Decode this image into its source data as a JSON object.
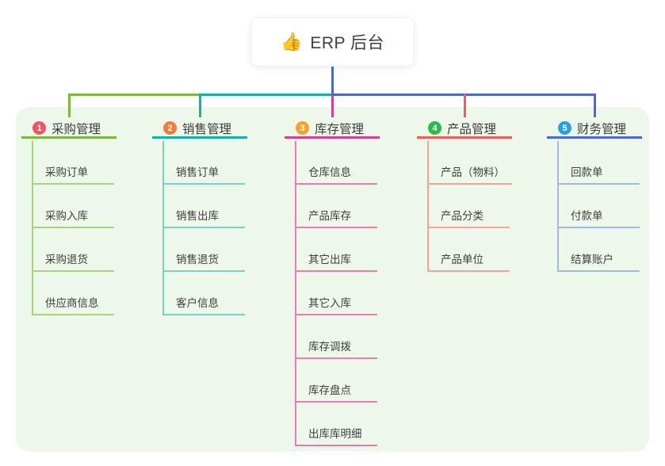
{
  "root": {
    "icon": "thumbs-up-icon",
    "icon_char": "👍",
    "label": "ERP 后台"
  },
  "colors": {
    "panel_bg": "#edf7ea",
    "root_line": "#4a68d8",
    "node_bg": "#ffffff",
    "text": "#3f3f3f"
  },
  "branches": [
    {
      "number": "1",
      "label": "采购管理",
      "badge_color": "#ee5566",
      "line_color": "#7cb93f",
      "child_line_color": "#a9d37b",
      "children": [
        "采购订单",
        "采购入库",
        "采购退货",
        "供应商信息"
      ]
    },
    {
      "number": "2",
      "label": "销售管理",
      "badge_color": "#ef7d3b",
      "line_color": "#14b1a6",
      "child_line_color": "#79d2c8",
      "children": [
        "销售订单",
        "销售出库",
        "销售退货",
        "客户信息"
      ]
    },
    {
      "number": "3",
      "label": "库存管理",
      "badge_color": "#f7a22b",
      "line_color": "#d6418f",
      "child_line_color": "#ef7ab5",
      "children": [
        "仓库信息",
        "产品库存",
        "其它出库",
        "其它入库",
        "库存调拨",
        "库存盘点",
        "出库库明细"
      ]
    },
    {
      "number": "4",
      "label": "产品管理",
      "badge_color": "#2eb84d",
      "line_color": "#f25c5c",
      "child_line_color": "#f8a0a0",
      "children": [
        "产品（物料）",
        "产品分类",
        "产品单位"
      ]
    },
    {
      "number": "5",
      "label": "财务管理",
      "badge_color": "#2ba0e0",
      "line_color": "#4a68d8",
      "child_line_color": "#9fb9e8",
      "children": [
        "回款单",
        "付款单",
        "结算账户"
      ]
    }
  ]
}
